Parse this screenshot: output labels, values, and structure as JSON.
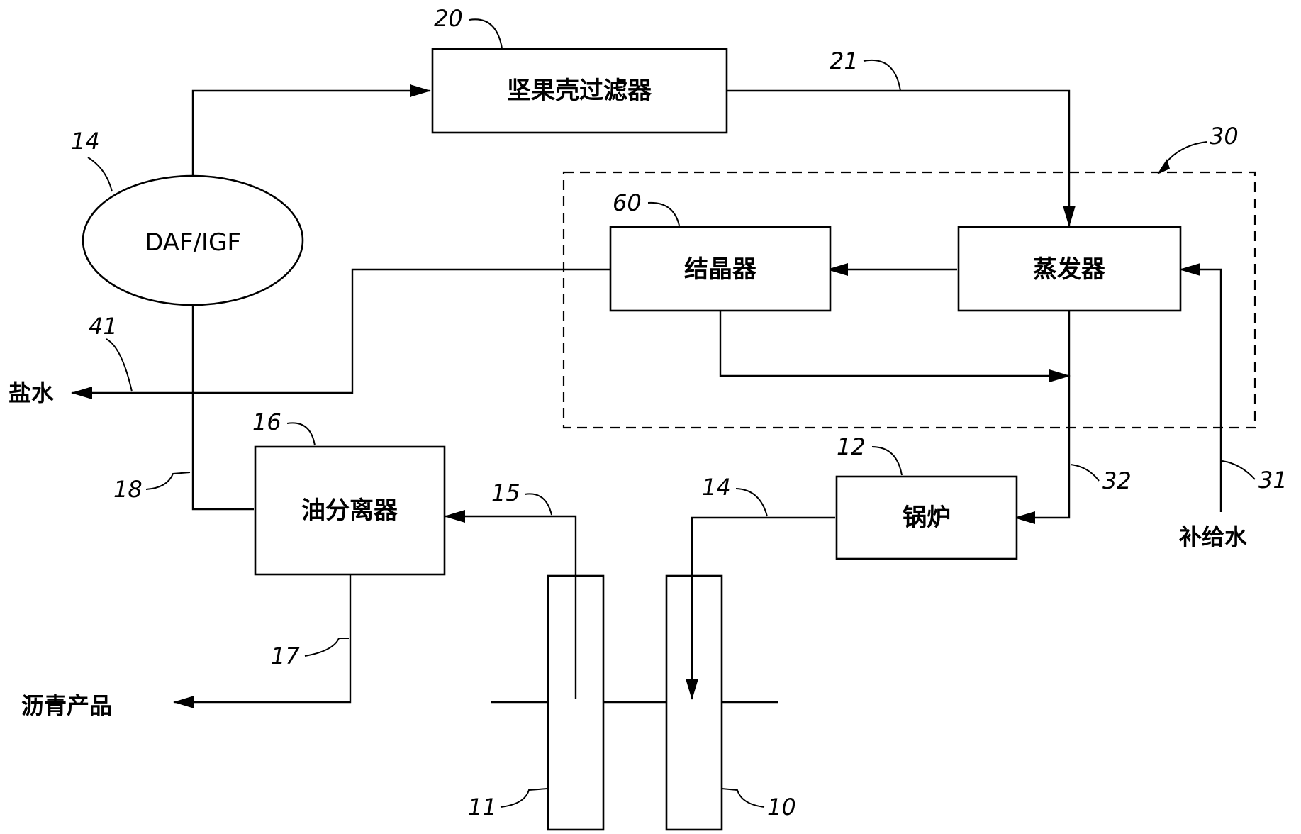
{
  "units": {
    "nutshell_filter": "坚果壳过滤器",
    "daf_igf": "DAF/IGF",
    "crystallizer": "结晶器",
    "evaporator": "蒸发器",
    "oil_separator": "油分离器",
    "boiler": "锅炉"
  },
  "streams": {
    "brine": "盐水",
    "bitumen_product": "沥青产品",
    "makeup_water": "补给水"
  },
  "refs": {
    "r20": "20",
    "r21": "21",
    "r30": "30",
    "r14a": "14",
    "r60": "60",
    "r41": "41",
    "r16": "16",
    "r12": "12",
    "r18": "18",
    "r15": "15",
    "r14b": "14",
    "r32": "32",
    "r31": "31",
    "r17": "17",
    "r11": "11",
    "r10": "10"
  }
}
